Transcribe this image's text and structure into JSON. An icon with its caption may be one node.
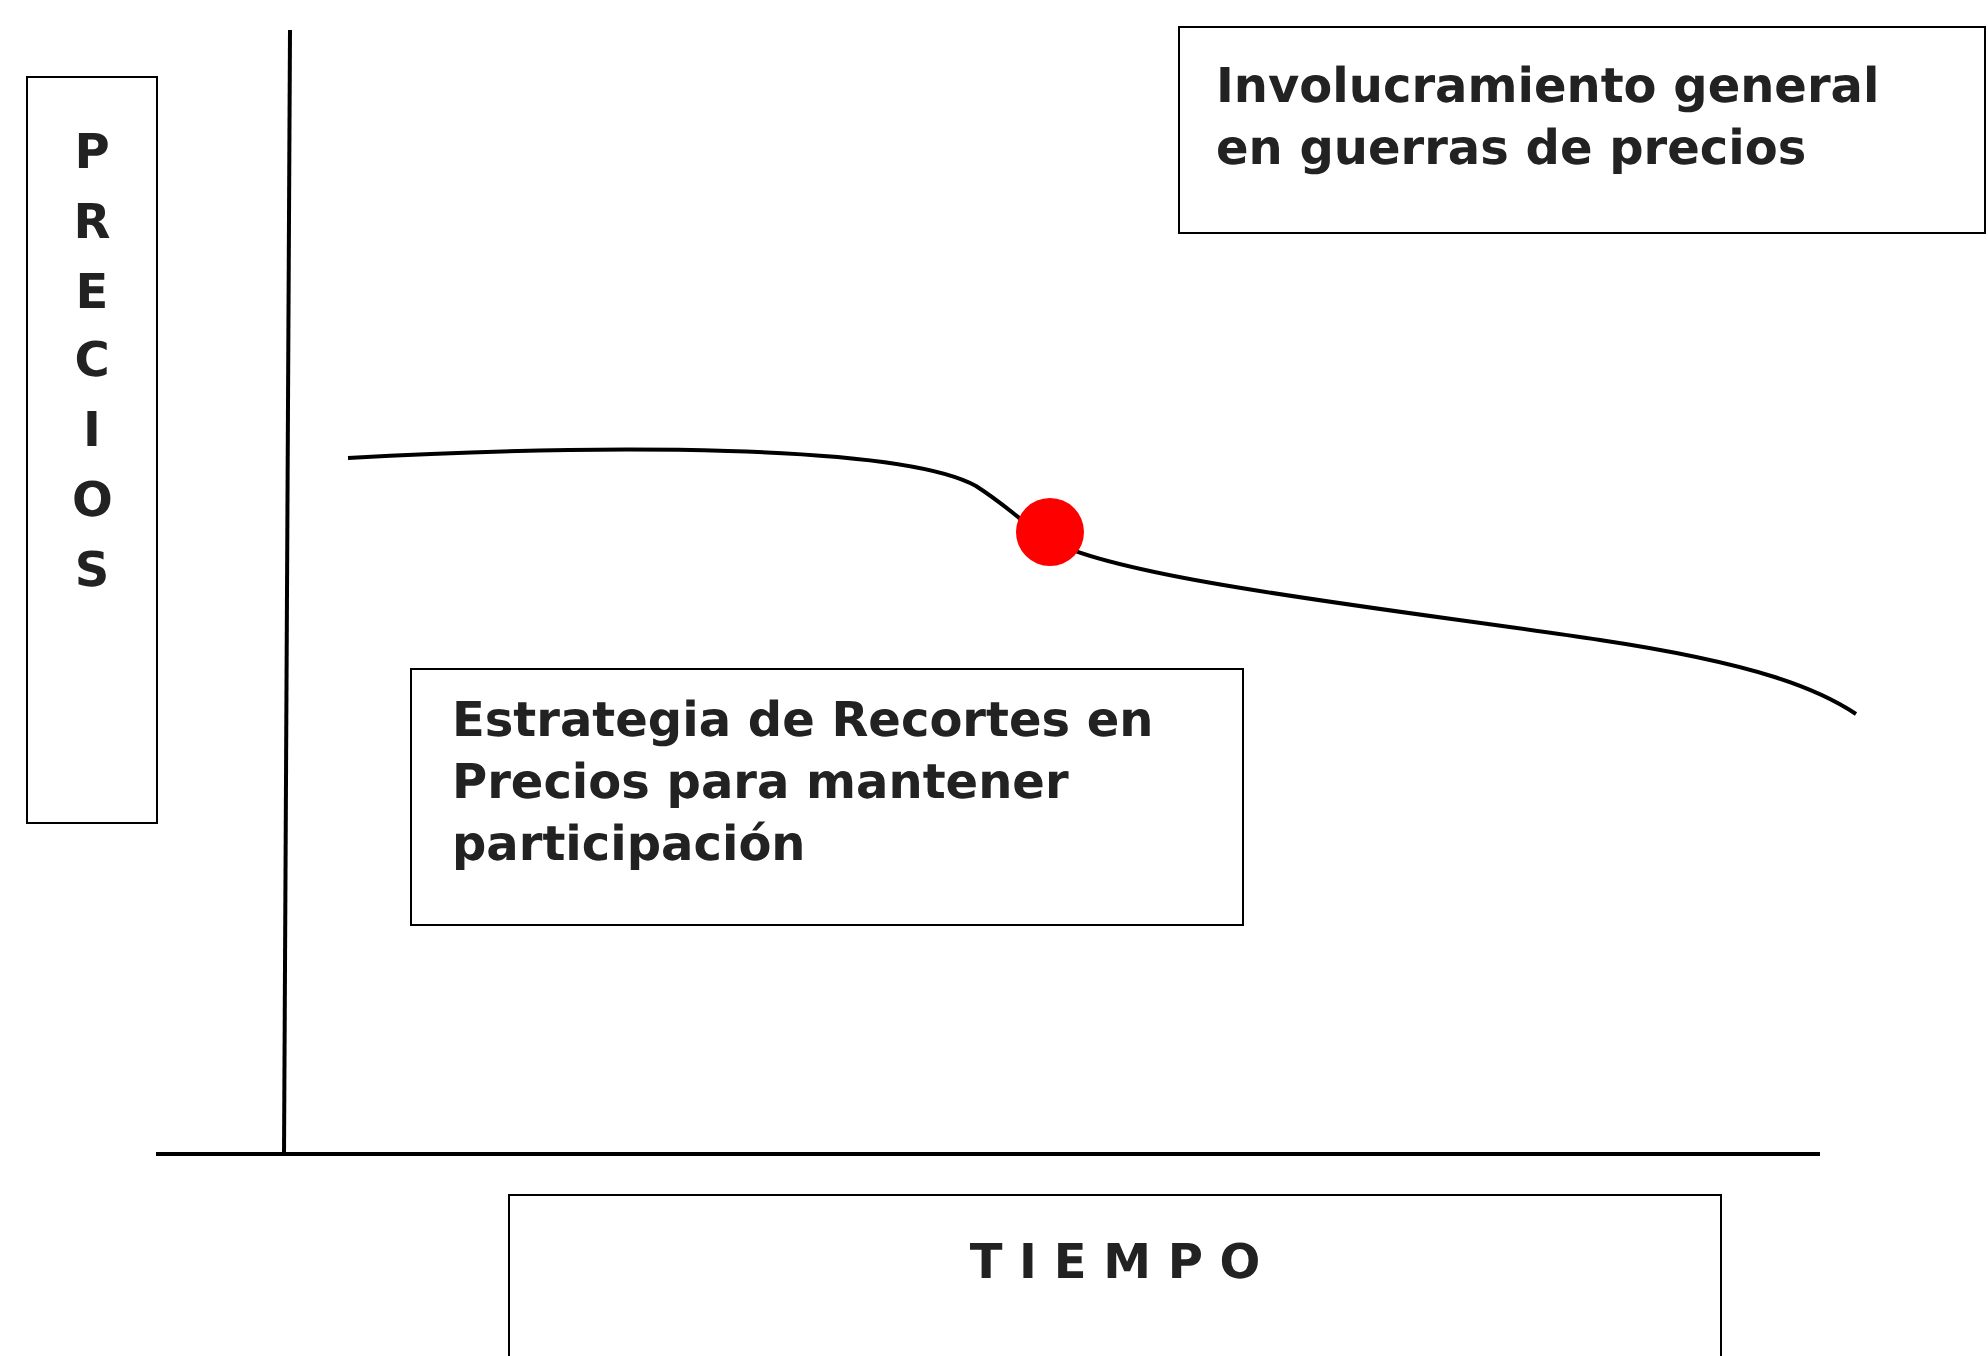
{
  "diagram": {
    "nodes": [
      {
        "text": [
          "P R E C I O S"
        ]
      },
      {
        "text": [
          "Involucramiento general en guerras de precios"
        ]
      },
      {
        "text": [
          "Estrategia de Recortes en Precios para mantener participación"
        ]
      },
      {
        "text": [
          "T I E M P O"
        ]
      }
    ]
  }
}
